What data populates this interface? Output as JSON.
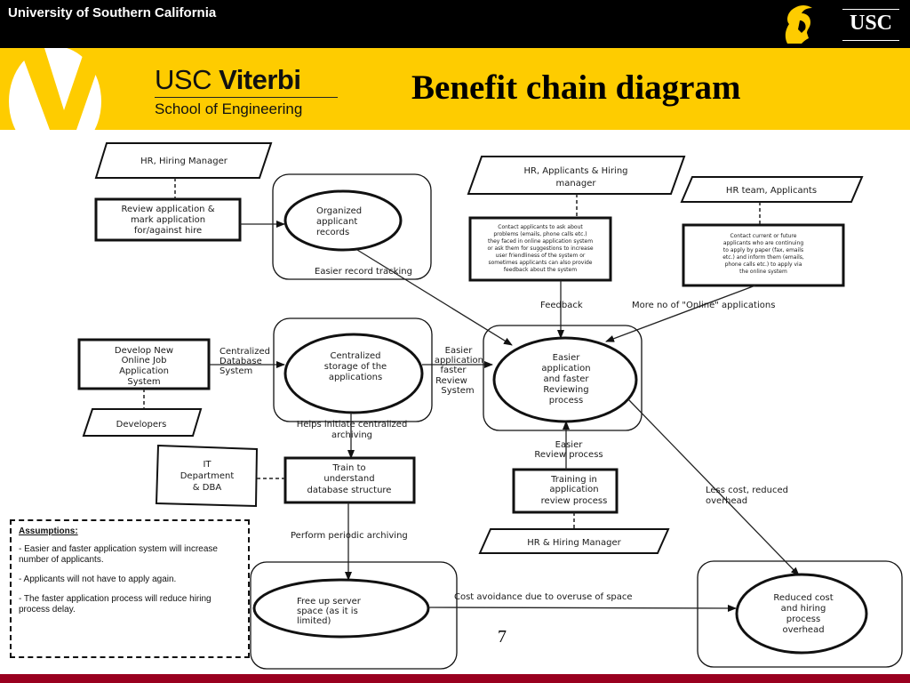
{
  "header": {
    "university": "University of Southern California",
    "usc_logo": "USC",
    "school_line1_light": "USC ",
    "school_line1_bold": "Viterbi",
    "school_line2": "School of Engineering",
    "title": "Benefit chain diagram",
    "icons": [
      "trojan-head-icon",
      "viterbi-v-logo-icon"
    ]
  },
  "colors": {
    "gold": "#fecc00",
    "cardinal": "#99001f",
    "black": "#000000"
  },
  "diagram": {
    "stakeholders": {
      "hr_hiring_manager": "HR, Hiring Manager",
      "hr_applicants_hiring": [
        "HR, Applicants & Hiring",
        "manager"
      ],
      "hr_team_applicants": "HR team, Applicants",
      "developers": "Developers",
      "it_dept": [
        "IT",
        "Department",
        "& DBA"
      ],
      "hr_and_hiring_manager": "HR & Hiring Manager"
    },
    "initiatives": {
      "review_application": [
        "Review application &",
        "mark application",
        "for/against hire"
      ],
      "contact_applicants": [
        "Contact applicants to ask about",
        "problems (emails, phone calls etc.)",
        "they faced in online application system",
        "or ask them for suggestions to increase",
        "user friendliness of the system or",
        "sometimes applicants can also provide",
        "feedback about the system"
      ],
      "contact_current": [
        "Contact current or future",
        "applicants who are continuing",
        "to apply by paper (fax, emails",
        "etc.) and inform them (emails,",
        "phone calls etc.) to apply via",
        "the online system"
      ],
      "develop_system": [
        "Develop New",
        "Online Job",
        "Application",
        "System"
      ],
      "train_database": [
        "Train to",
        "understand",
        "database structure"
      ],
      "training_review": [
        "Training in",
        "application",
        "review process"
      ]
    },
    "outcomes": {
      "organized_records": [
        "Organized",
        "applicant",
        "records"
      ],
      "centralized_storage": [
        "Centralized",
        "storage of the",
        "applications"
      ],
      "easier_application": [
        "Easier",
        "application",
        "and faster",
        "Reviewing",
        "process"
      ],
      "free_server": [
        "Free up server",
        "space (as it is",
        "limited)"
      ],
      "reduced_cost": [
        "Reduced cost",
        "and hiring",
        "process",
        "overhead"
      ]
    },
    "labels": {
      "easier_record_tracking": "Easier record tracking",
      "feedback": "Feedback",
      "more_online": "More no of \"Online\" applications",
      "centralized_db": [
        "Centralized",
        "Database",
        "System"
      ],
      "easier_app_faster": [
        "Easier",
        "application,",
        "faster",
        "Review",
        "System"
      ],
      "helps_archiving": [
        "Helps initiate centralized",
        "archiving"
      ],
      "easier_review": [
        "Easier",
        "Review process"
      ],
      "less_cost": [
        "Less cost, reduced",
        "overhead"
      ],
      "periodic_archiving": "Perform periodic archiving",
      "cost_avoidance": "Cost avoidance due to overuse of space"
    }
  },
  "assumptions": {
    "heading": "Assumptions:",
    "items": [
      "- Easier and faster application system will increase number of applicants.",
      "- Applicants will not have to apply again.",
      "- The faster application process will reduce hiring process delay."
    ]
  },
  "page_number": "7"
}
